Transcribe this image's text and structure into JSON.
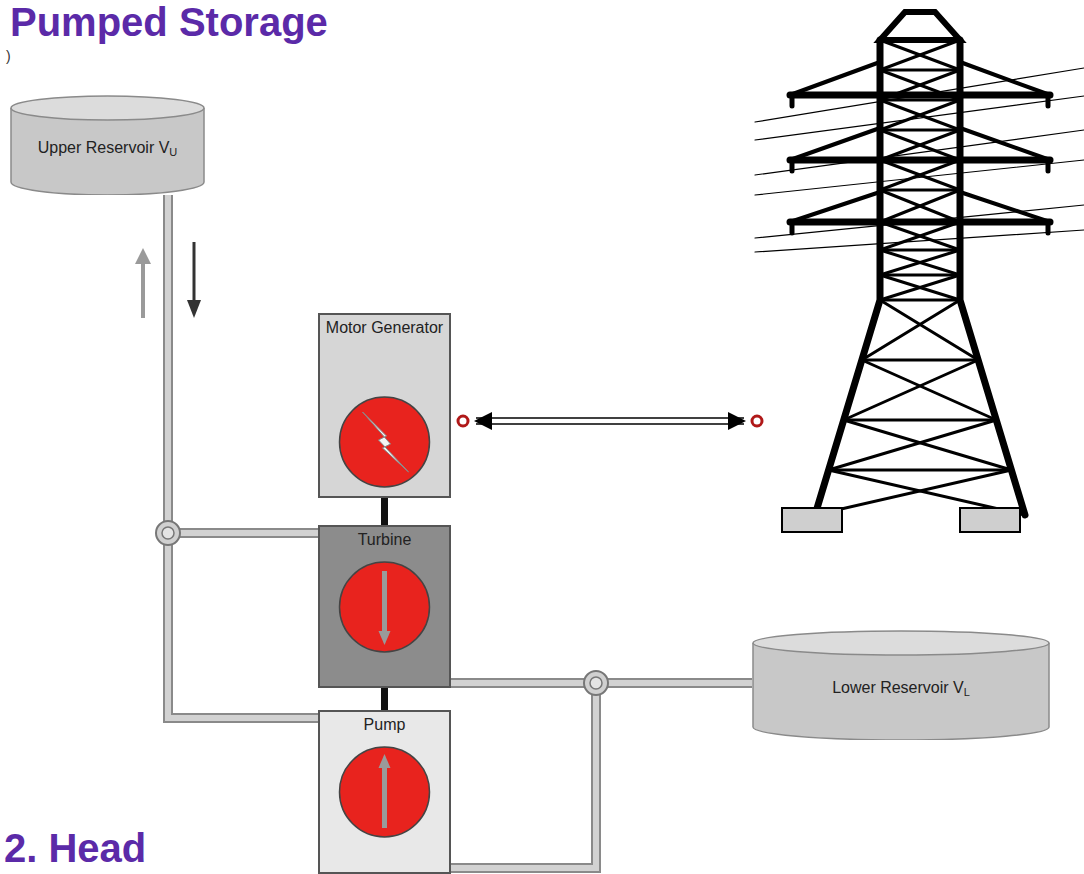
{
  "diagram": {
    "title": "Pumped Storage",
    "nodes": [
      {
        "text": [
          "Upper Reservoir V",
          "U"
        ]
      },
      {
        "text": [
          "Motor Generator"
        ]
      },
      {
        "text": [
          "Turbine"
        ]
      },
      {
        "text": [
          "Pump"
        ]
      },
      {
        "text": [
          "Lower Reservoir V",
          "L"
        ]
      }
    ],
    "edges": [
      {
        "from": 1,
        "to": 2,
        "arrow": "none"
      },
      {
        "from": 2,
        "to": 3,
        "arrow": "none"
      },
      {
        "from": 0,
        "to": 2,
        "arrow": "none"
      },
      {
        "from": 0,
        "to": 3,
        "arrow": "none"
      },
      {
        "from": 2,
        "to": 4,
        "arrow": "none"
      },
      {
        "from": 3,
        "to": 4,
        "arrow": "none"
      }
    ],
    "labels": [
      ")",
      "2. Head"
    ]
  }
}
